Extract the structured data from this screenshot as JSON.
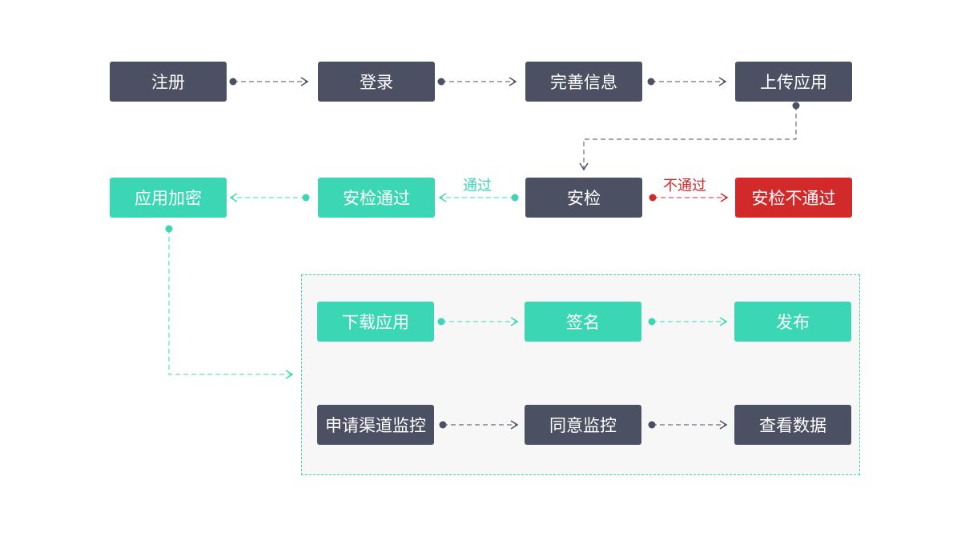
{
  "colors": {
    "dark": "#4b5063",
    "teal": "#3bd7b4",
    "red": "#d22a2b",
    "group_bg": "#f7f7f7"
  },
  "nodes": {
    "register": "注册",
    "login": "登录",
    "complete_info": "完善信息",
    "upload_app": "上传应用",
    "security_check": "安检",
    "check_failed": "安检不通过",
    "check_passed": "安检通过",
    "encrypt_app": "应用加密",
    "download_app": "下载应用",
    "sign": "签名",
    "publish": "发布",
    "apply_channel_monitor": "申请渠道监控",
    "agree_monitor": "同意监控",
    "view_data": "查看数据"
  },
  "edge_labels": {
    "pass": "通过",
    "fail": "不通过"
  }
}
